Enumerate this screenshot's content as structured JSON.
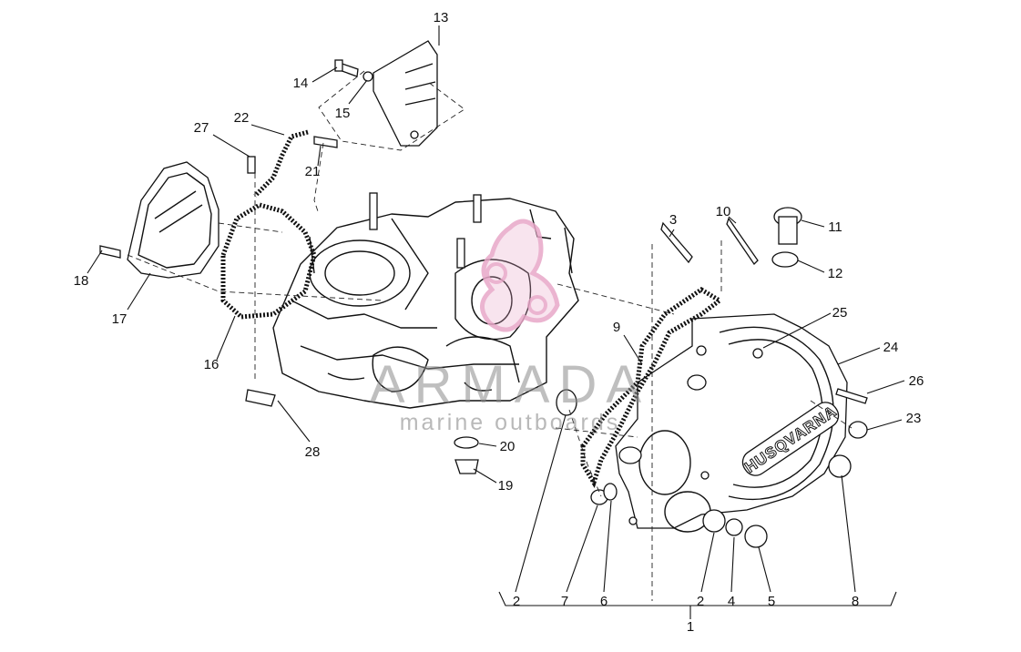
{
  "diagram": {
    "part_labels": [
      "1",
      "2",
      "2",
      "3",
      "4",
      "5",
      "6",
      "7",
      "8",
      "9",
      "10",
      "11",
      "12",
      "13",
      "14",
      "15",
      "16",
      "17",
      "18",
      "19",
      "20",
      "21",
      "22",
      "23",
      "24",
      "25",
      "26",
      "27",
      "28"
    ],
    "cover_brand": "HUSQVARNA",
    "watermark": {
      "title": "ARMADA",
      "subtitle": "marine outboards",
      "logo_color": "#e8a7c8"
    }
  }
}
